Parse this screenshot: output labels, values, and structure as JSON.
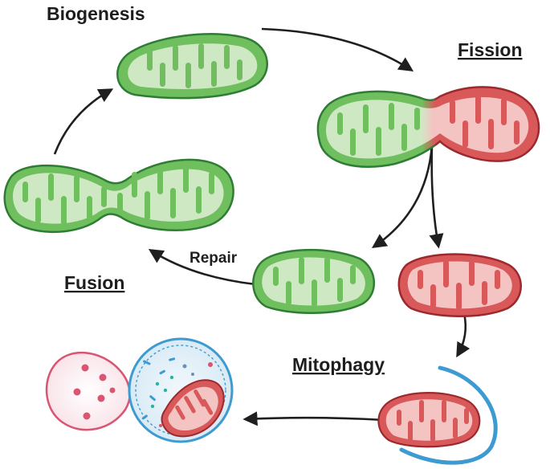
{
  "labels": {
    "biogenesis": "Biogenesis",
    "fission": "Fission",
    "fusion": "Fusion",
    "repair": "Repair",
    "mitophagy": "Mitophagy"
  },
  "colors": {
    "healthy_fill": "#6fbf5e",
    "healthy_outline": "#2f7d34",
    "healthy_inner": "#cfe8c4",
    "damaged_fill": "#d9585a",
    "damaged_outline": "#9c2a2d",
    "damaged_inner": "#f4c4c2",
    "lysosome_outline": "#d95571",
    "autophagosome_outline": "#3d9bd1",
    "arrow": "#1f1f1f"
  }
}
